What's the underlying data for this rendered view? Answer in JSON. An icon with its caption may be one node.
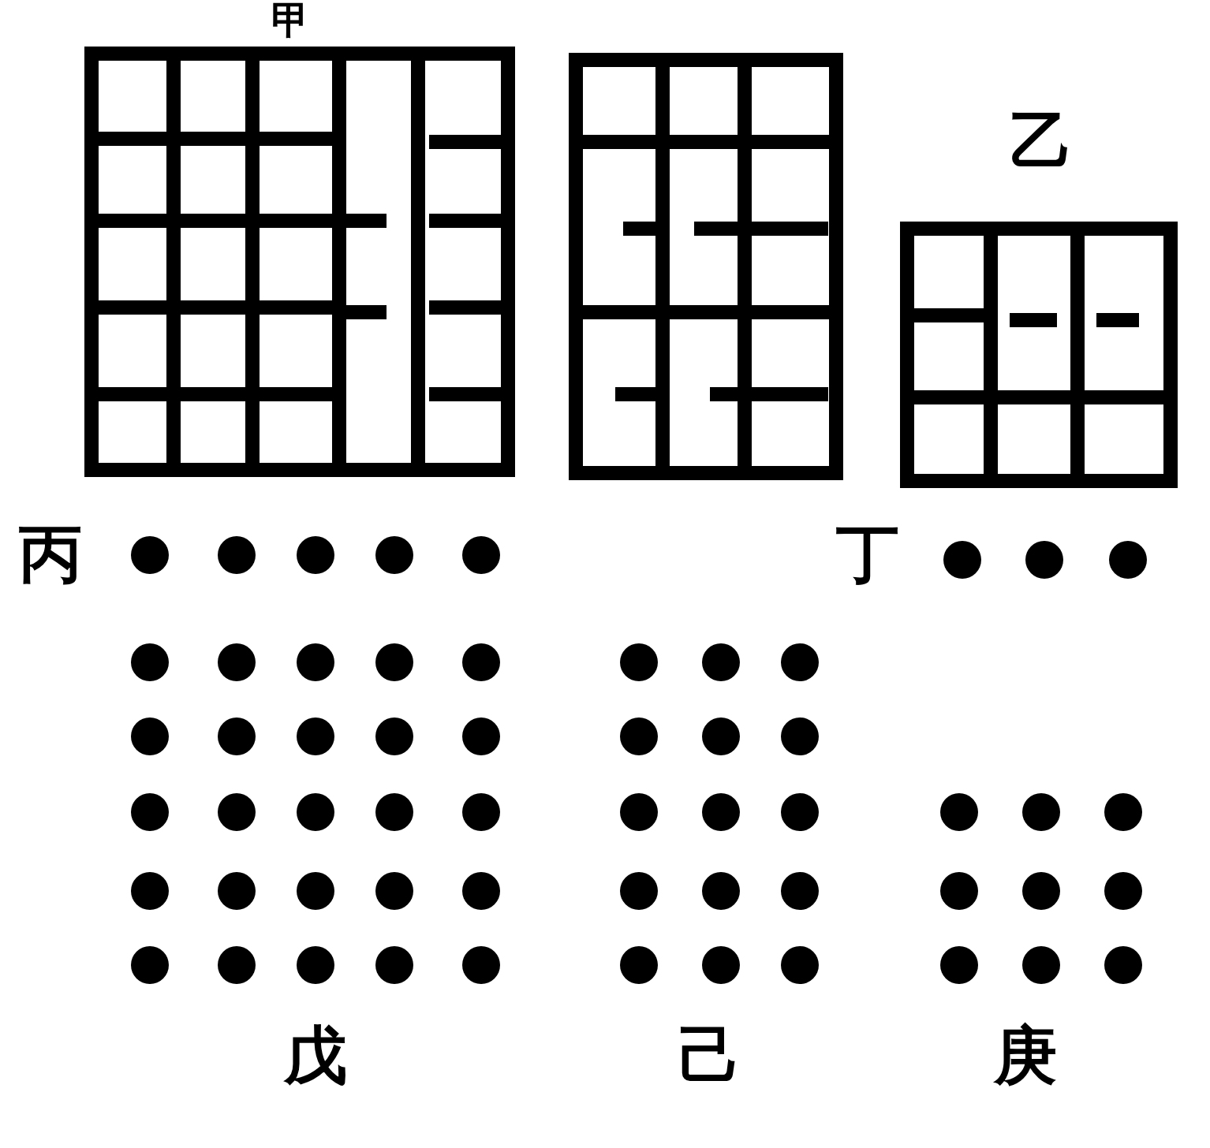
{
  "diagram": {
    "labels": [
      "甲",
      "乙",
      "丙",
      "丁",
      "戊",
      "己",
      "庚"
    ]
  }
}
